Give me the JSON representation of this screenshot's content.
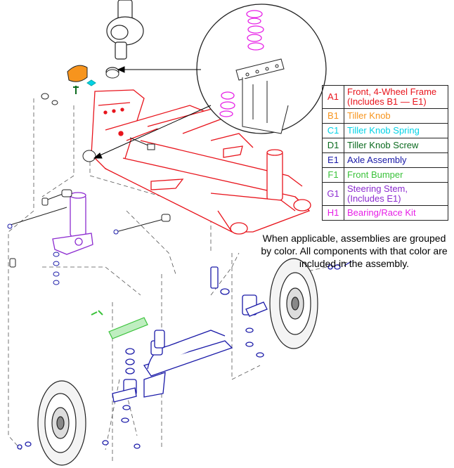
{
  "legend": [
    {
      "code": "A1",
      "label": "Front, 4-Wheel Frame (Includes B1 — E1)",
      "color": "#e8141c"
    },
    {
      "code": "B1",
      "label": "Tiller Knob",
      "color": "#f7941d"
    },
    {
      "code": "C1",
      "label": "Tiller Knob Spring",
      "color": "#00d2e6"
    },
    {
      "code": "D1",
      "label": "Tiller Knob Screw",
      "color": "#0a6a1e"
    },
    {
      "code": "E1",
      "label": "Axle Assembly",
      "color": "#1a1aa8"
    },
    {
      "code": "F1",
      "label": "Front Bumper",
      "color": "#3ac23a"
    },
    {
      "code": "G1",
      "label": "Steering Stem, (Includes E1)",
      "color": "#8c2bd0"
    },
    {
      "code": "H1",
      "label": "Bearing/Race Kit",
      "color": "#e61ee6"
    }
  ],
  "note": "When applicable, assemblies are grouped by color. All components with that color are included in the assembly."
}
